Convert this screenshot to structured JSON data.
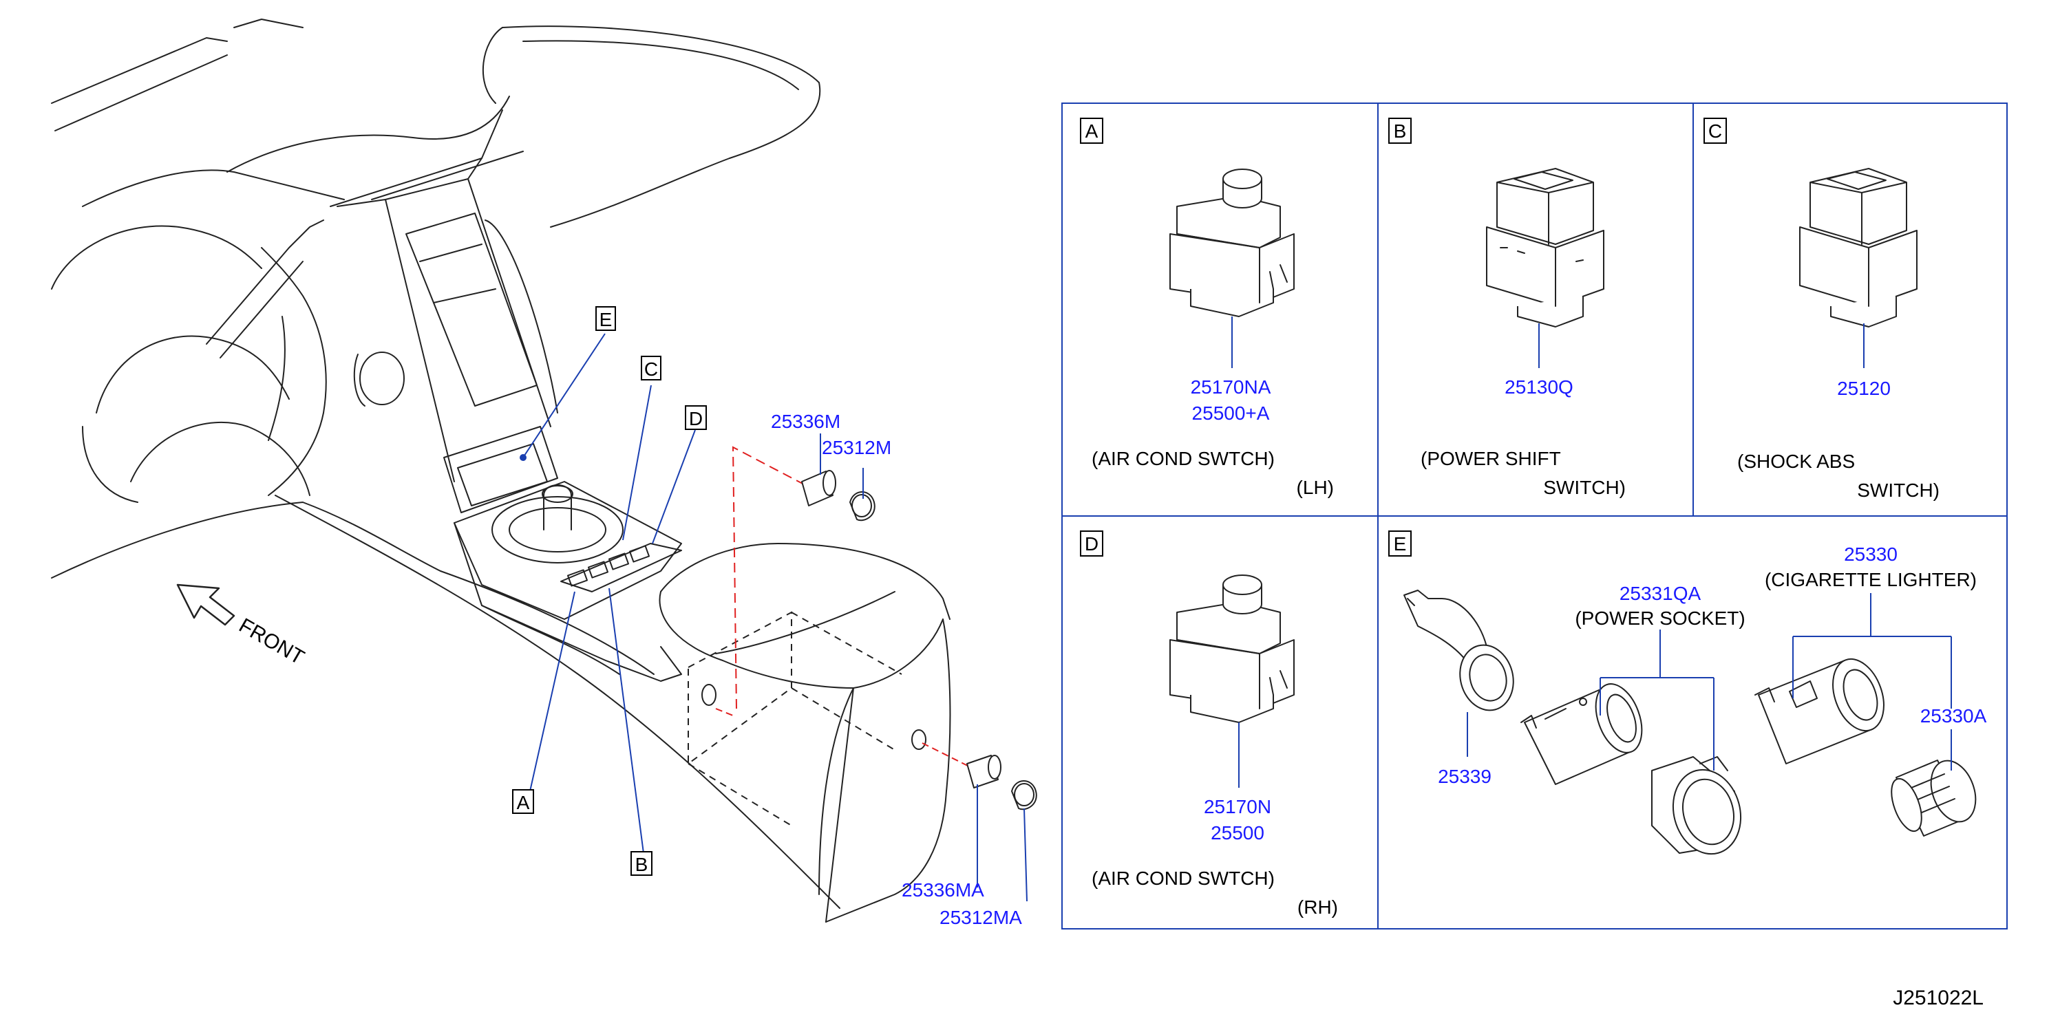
{
  "labels": {
    "front": "FRONT",
    "callouts": {
      "a": "A",
      "b": "B",
      "c": "C",
      "d": "D",
      "e": "E"
    },
    "lighter_top": "25336M",
    "socket_top": "25312M",
    "lighter_bottom": "25336MA",
    "socket_bottom": "25312MA"
  },
  "panels": {
    "a": {
      "letter": "A",
      "pn1": "25170NA",
      "pn2": "25500+A",
      "cap1": "(AIR   COND   SWTCH)",
      "cap2": "(LH)"
    },
    "b": {
      "letter": "B",
      "pn1": "25130Q",
      "cap1": "(POWER   SHIFT",
      "cap2": "SWITCH)"
    },
    "c": {
      "letter": "C",
      "pn1": "25120",
      "cap1": "(SHOCK   ABS",
      "cap2": "SWITCH)"
    },
    "d": {
      "letter": "D",
      "pn1": "25170N",
      "pn2": "25500",
      "cap1": "(AIR   COND   SWTCH)",
      "cap2": "(RH)"
    },
    "e": {
      "letter": "E",
      "ring_pn": "25339",
      "socket_pn": "25331QA",
      "socket_cap": "(POWER   SOCKET)",
      "lighter_pn": "25330",
      "lighter_cap": "(CIGARETTE   LIGHTER)",
      "lighter_element_pn": "25330A"
    }
  },
  "diagram_code": "J251022L",
  "colors": {
    "part_number": "#1a1aff",
    "leader": "#1a3fb0",
    "frame": "#1a3fb0",
    "dashed_red": "#e02020",
    "line_art": "#222222"
  }
}
